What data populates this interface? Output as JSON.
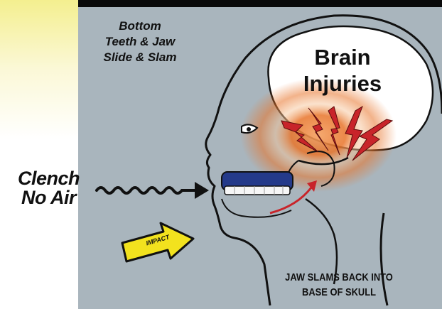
{
  "labels": {
    "bottom_caption": [
      "Bottom",
      "Teeth & Jaw",
      "Slide & Slam"
    ],
    "brain_caption": [
      "Brain",
      "Injuries"
    ],
    "clench_caption": [
      "Clench",
      "No Air"
    ],
    "jaw_caption": [
      "JAW SLAMS BACK INTO",
      "BASE OF SKULL"
    ],
    "impact_arrow_text": "IMPACT"
  },
  "colors": {
    "panel_background": "#a9b5bd",
    "brain": "#ffffff",
    "lightning": "#c8242a",
    "glow": "#e8742a",
    "teeth_guard": "#243a8a",
    "impact_arrow": "#f2e21e",
    "motion_arrow": "#c8242a",
    "outline": "#111111"
  },
  "icons": [
    "lightning-bolt-icon",
    "wavy-arrow-icon",
    "curved-arrow-icon",
    "impact-arrow-icon"
  ]
}
